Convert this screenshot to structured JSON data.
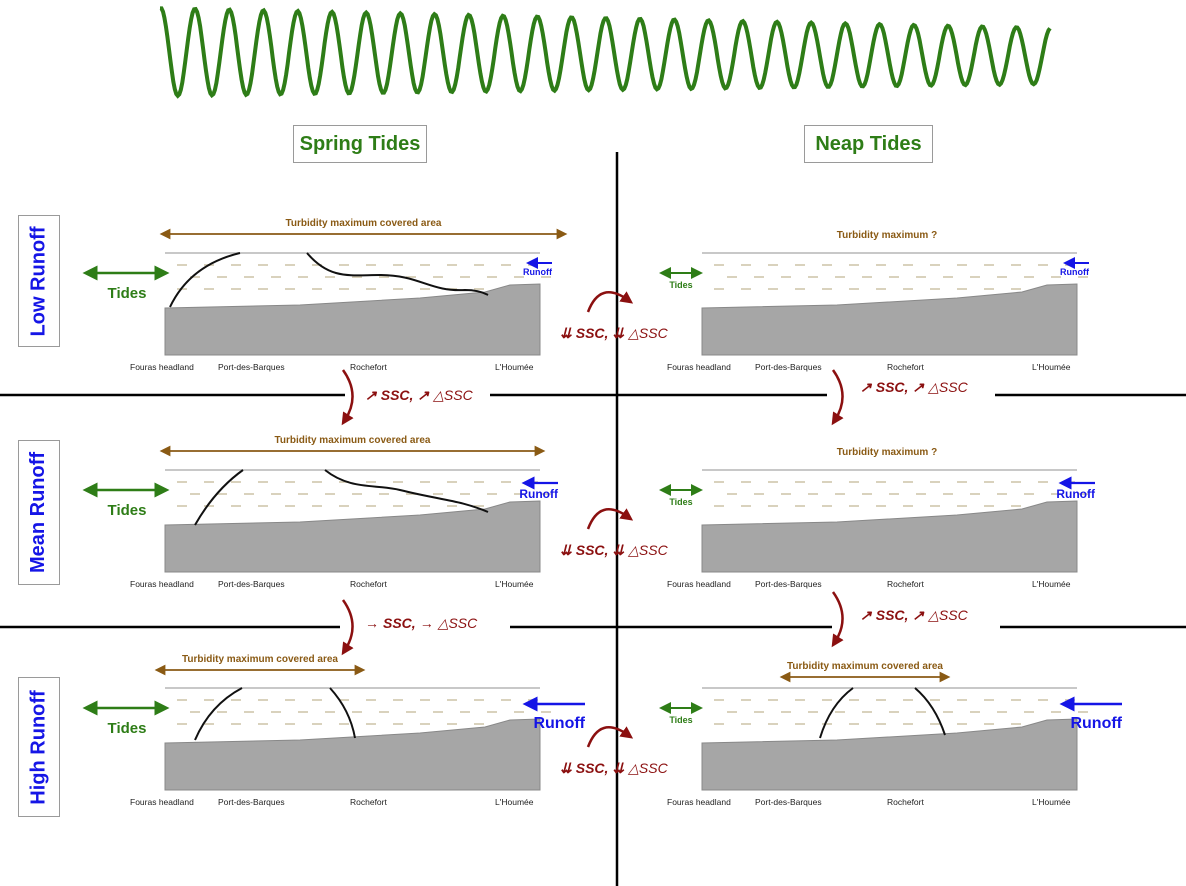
{
  "columns": {
    "spring": "Spring Tides",
    "neap": "Neap Tides"
  },
  "rows": {
    "low": "Low Runoff",
    "mean": "Mean Runoff",
    "high": "High Runoff"
  },
  "panel_text": {
    "covered": "Turbidity maximum covered area",
    "unknown": "Turbidity maximum ?",
    "tides": "Tides",
    "runoff": "Runoff",
    "places": [
      "Fouras headland",
      "Port-des-Barques",
      "Rochefort",
      "L'Houmée"
    ]
  },
  "transitions": {
    "ssc": "SSC,",
    "dssc": "△SSC",
    "up": "↗",
    "right": "→",
    "down2": "⇊"
  },
  "colors": {
    "tide_wave": "#2e7d17",
    "runoff": "#1515e6",
    "turbidity": "#8a5a14",
    "transition": "#8b1010",
    "bed": "#a6a6a6"
  }
}
